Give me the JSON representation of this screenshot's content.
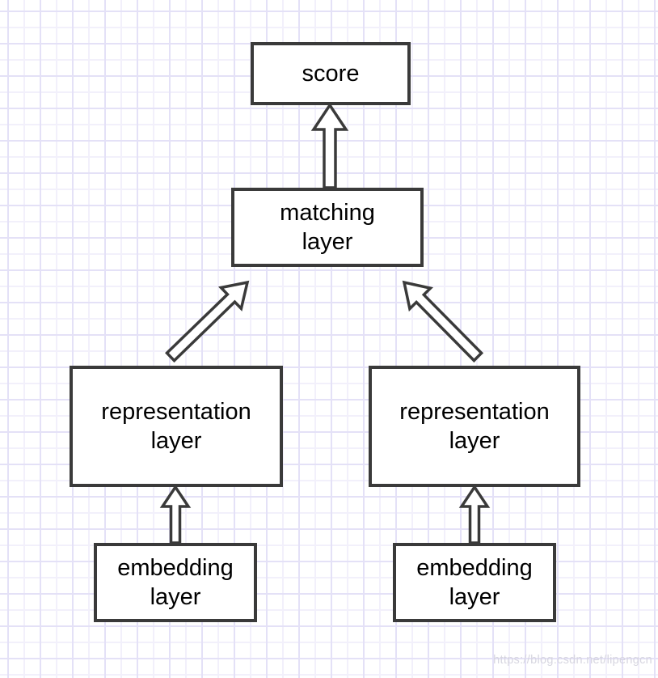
{
  "diagram": {
    "type": "architecture-flow",
    "nodes": [
      {
        "id": "score",
        "label": "score"
      },
      {
        "id": "matching",
        "label": "matching\nlayer"
      },
      {
        "id": "representation_left",
        "label": "representation\nlayer"
      },
      {
        "id": "representation_right",
        "label": "representation\nlayer"
      },
      {
        "id": "embedding_left",
        "label": "embedding\nlayer"
      },
      {
        "id": "embedding_right",
        "label": "embedding\nlayer"
      }
    ],
    "edges": [
      {
        "from": "matching",
        "to": "score"
      },
      {
        "from": "representation_left",
        "to": "matching"
      },
      {
        "from": "representation_right",
        "to": "matching"
      },
      {
        "from": "embedding_left",
        "to": "representation_left"
      },
      {
        "from": "embedding_right",
        "to": "representation_right"
      }
    ]
  },
  "watermark": {
    "text": "https://blog.csdn.net/lipengcn"
  },
  "colors": {
    "background": "#ffffff",
    "grid_minor": "#f2f0fb",
    "grid_major": "#e4e1f7",
    "box_fill": "#ffffff",
    "box_border": "#3a3a3a",
    "text": "#000000",
    "arrow_fill": "#ffffff",
    "arrow_outline": "#3a3a3a",
    "watermark_text": "#d7d6e0"
  }
}
